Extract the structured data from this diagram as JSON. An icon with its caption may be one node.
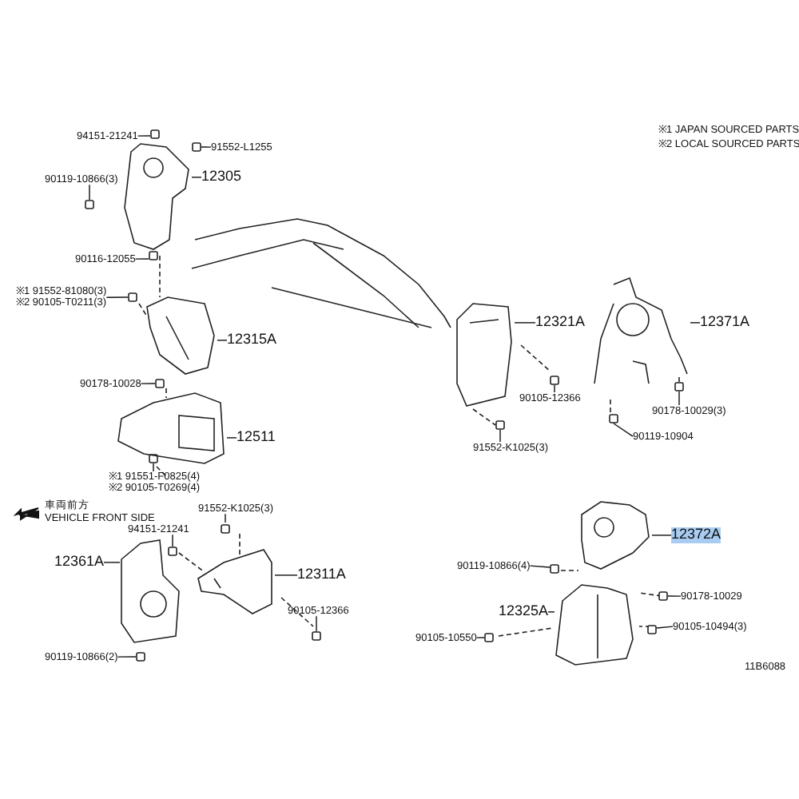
{
  "diagram": {
    "nodes": [
      {
        "text": [
          "94151-21241"
        ]
      },
      {
        "text": [
          "91552-L1255"
        ]
      },
      {
        "text": [
          "12305"
        ]
      },
      {
        "text": [
          "90119-10866(3)"
        ]
      },
      {
        "text": [
          "90116-12055"
        ]
      },
      {
        "text": [
          "※1 91552-81080(3)",
          "※2 90105-T0211(3)"
        ]
      },
      {
        "text": [
          "12315A"
        ]
      },
      {
        "text": [
          "90178-10028"
        ]
      },
      {
        "text": [
          "12511"
        ]
      },
      {
        "text": [
          "※1 91551-F0825(4)",
          "※2 90105-T0269(4)"
        ]
      },
      {
        "text": [
          "91552-K1025(3)"
        ]
      },
      {
        "text": [
          "94151-21241"
        ]
      },
      {
        "text": [
          "12361A"
        ]
      },
      {
        "text": [
          "12311A"
        ]
      },
      {
        "text": [
          "90105-12366"
        ]
      },
      {
        "text": [
          "90119-10866(2)"
        ]
      },
      {
        "text": [
          "12321A"
        ]
      },
      {
        "text": [
          "90105-12366"
        ]
      },
      {
        "text": [
          "91552-K1025(3)"
        ]
      },
      {
        "text": [
          "12371A"
        ]
      },
      {
        "text": [
          "90178-10029(3)"
        ]
      },
      {
        "text": [
          "90119-10904"
        ]
      },
      {
        "text": [
          "12372A"
        ]
      },
      {
        "text": [
          "90119-10866(4)"
        ]
      },
      {
        "text": [
          "12325A"
        ]
      },
      {
        "text": [
          "90178-10029"
        ]
      },
      {
        "text": [
          "90105-10494(3)"
        ]
      },
      {
        "text": [
          "90105-10550"
        ]
      },
      {
        "text": [],
        "shape": "picture"
      },
      {
        "text": [],
        "shape": "picture"
      },
      {
        "text": [],
        "shape": "picture"
      },
      {
        "text": [],
        "shape": "picture"
      },
      {
        "text": [],
        "shape": "picture"
      },
      {
        "text": [],
        "shape": "picture"
      },
      {
        "text": [],
        "shape": "picture"
      },
      {
        "text": [],
        "shape": "picture"
      },
      {
        "text": [],
        "shape": "picture"
      }
    ],
    "edges": [
      {
        "from": 0,
        "to": null,
        "arrow": "none"
      },
      {
        "from": 1,
        "to": null,
        "arrow": "none"
      },
      {
        "from": 2,
        "to": 28,
        "arrow": "none"
      },
      {
        "from": 3,
        "to": null,
        "arrow": "none"
      },
      {
        "from": 4,
        "to": null,
        "arrow": "none"
      },
      {
        "from": 5,
        "to": null,
        "arrow": "none"
      },
      {
        "from": 6,
        "to": 29,
        "arrow": "none"
      },
      {
        "from": 7,
        "to": null,
        "arrow": "none"
      },
      {
        "from": 8,
        "to": 30,
        "arrow": "none"
      },
      {
        "from": 9,
        "to": null,
        "arrow": "none"
      },
      {
        "from": 10,
        "to": null,
        "arrow": "none"
      },
      {
        "from": 11,
        "to": null,
        "arrow": "none"
      },
      {
        "from": 12,
        "to": 31,
        "arrow": "none"
      },
      {
        "from": 13,
        "to": 32,
        "arrow": "none"
      },
      {
        "from": 14,
        "to": null,
        "arrow": "none"
      },
      {
        "from": 15,
        "to": null,
        "arrow": "none"
      },
      {
        "from": 16,
        "to": 33,
        "arrow": "none"
      },
      {
        "from": 17,
        "to": null,
        "arrow": "none"
      },
      {
        "from": 18,
        "to": null,
        "arrow": "none"
      },
      {
        "from": 19,
        "to": 34,
        "arrow": "none"
      },
      {
        "from": 20,
        "to": null,
        "arrow": "none"
      },
      {
        "from": 21,
        "to": null,
        "arrow": "none"
      },
      {
        "from": 22,
        "to": 35,
        "arrow": "none"
      },
      {
        "from": 23,
        "to": null,
        "arrow": "none"
      },
      {
        "from": 24,
        "to": 36,
        "arrow": "none"
      },
      {
        "from": 25,
        "to": null,
        "arrow": "none"
      },
      {
        "from": 26,
        "to": null,
        "arrow": "none"
      },
      {
        "from": 27,
        "to": null,
        "arrow": "none"
      }
    ],
    "labels": [
      "※1 JAPAN SOURCED PARTS",
      "※2 LOCAL SOURCED PARTS",
      "車両前方",
      "VEHICLE FRONT SIDE",
      "11B6088"
    ]
  }
}
